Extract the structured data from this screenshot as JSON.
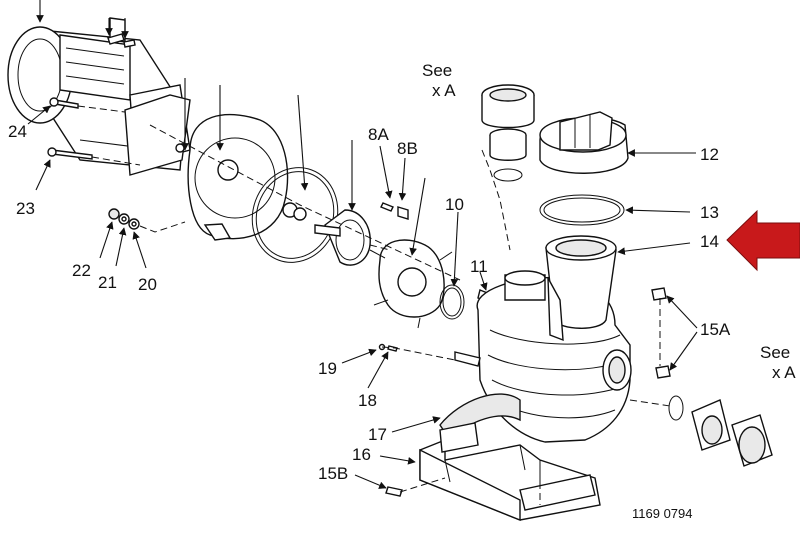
{
  "diagram": {
    "drawing_number": "1169 0794",
    "arrow_color": "#c8191b",
    "callouts": {
      "p24": "24",
      "p23": "23",
      "p22": "22",
      "p21": "21",
      "p20": "20",
      "p8A": "8A",
      "p8B": "8B",
      "p10": "10",
      "p11": "11",
      "p12": "12",
      "p13": "13",
      "p14": "14",
      "p15A": "15A",
      "p19": "19",
      "p18": "18",
      "p17": "17",
      "p16": "16",
      "p15B": "15B"
    },
    "see_top": {
      "line1": "See",
      "line2": "x A"
    },
    "see_right": {
      "line1": "See",
      "line2": "x A"
    }
  }
}
